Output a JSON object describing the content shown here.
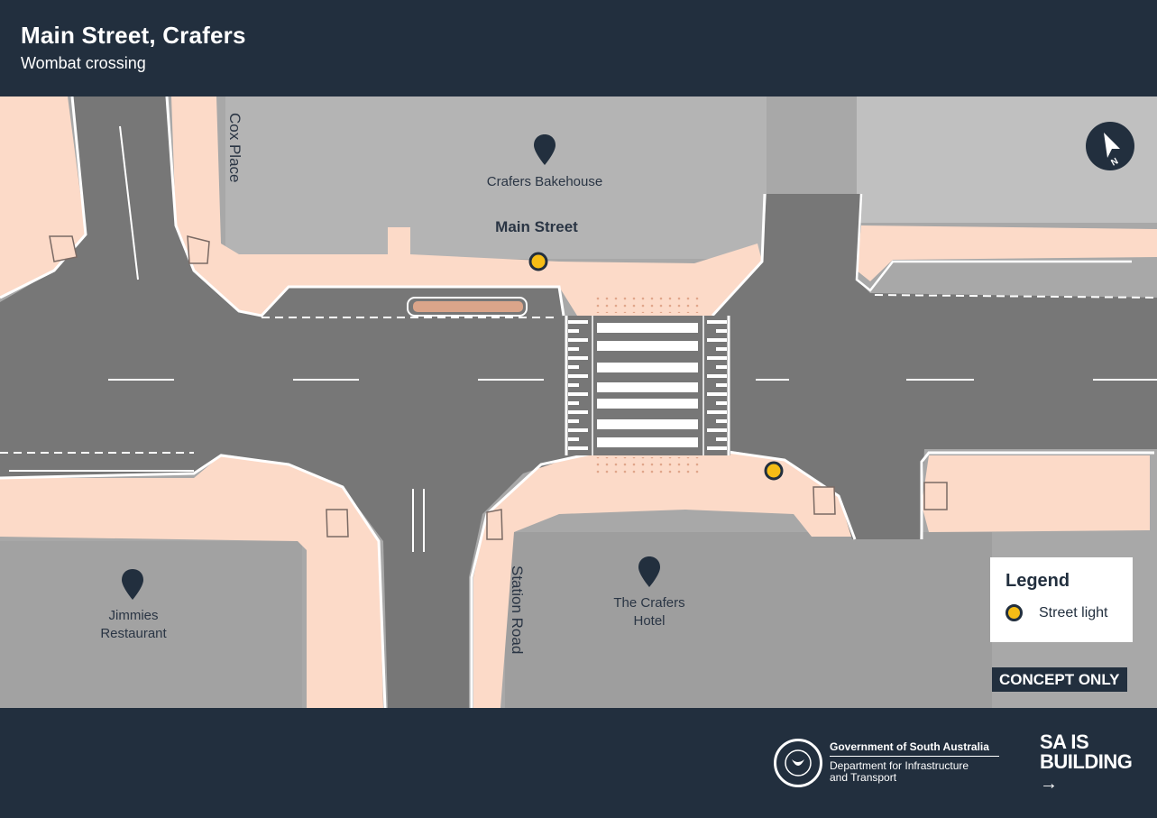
{
  "header": {
    "title": "Main Street, Crafers",
    "subtitle": "Wombat crossing"
  },
  "map": {
    "colors": {
      "road": "#777777",
      "footpath": "#fcdac8",
      "aerial": "#a9a9a9",
      "street_light": "#f6bd16",
      "pin": "#222f3e",
      "median": "#dba58a"
    },
    "street_labels": {
      "cox_place": "Cox Place",
      "main_street": "Main Street",
      "station_road": "Station Road"
    },
    "places": [
      {
        "name": "Crafers Bakehouse",
        "icon": "map-pin-icon"
      },
      {
        "name_line1": "Jimmies",
        "name_line2": "Restaurant",
        "icon": "map-pin-icon"
      },
      {
        "name_line1": "The Crafers",
        "name_line2": "Hotel",
        "icon": "map-pin-icon"
      }
    ],
    "street_lights": 2,
    "crossing_type": "Wombat crossing",
    "compass": {
      "label": "N",
      "icon": "north-arrow-icon"
    }
  },
  "legend": {
    "title": "Legend",
    "items": [
      {
        "label": "Street light",
        "icon": "street-light-icon"
      }
    ]
  },
  "badge": "CONCEPT ONLY",
  "footer": {
    "gov_name": "Government of South Australia",
    "dept_line1": "Department for Infrastructure",
    "dept_line2": "and Transport",
    "slogan_line1": "SA IS",
    "slogan_line2": "BUILDING",
    "slogan_arrow": "→"
  }
}
